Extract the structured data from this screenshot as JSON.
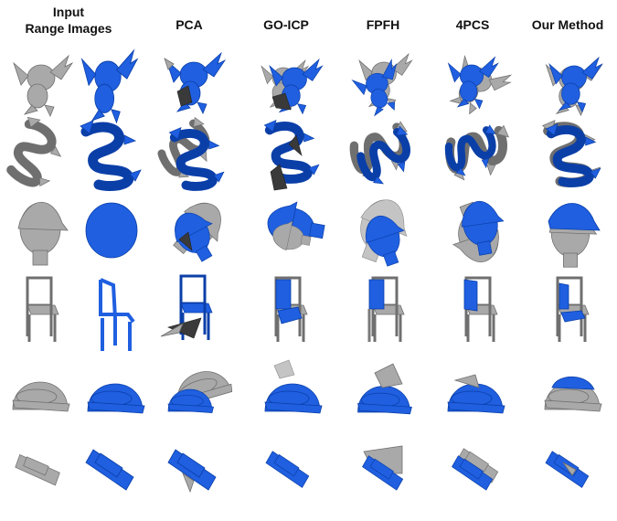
{
  "headers": {
    "input_line1": "Input",
    "input_line2": "Range Images",
    "methods": [
      "PCA",
      "GO-ICP",
      "FPFH",
      "4PCS",
      "Our Method"
    ]
  },
  "colors": {
    "model_gray": "#a9a9a9",
    "scan_blue": "#1f5fe0",
    "error_dark": "#3a3a3a",
    "background": "#ffffff"
  },
  "rows": [
    "dragon-statue",
    "chinese-dragon",
    "head-with-cap",
    "chair",
    "helmet",
    "car"
  ]
}
